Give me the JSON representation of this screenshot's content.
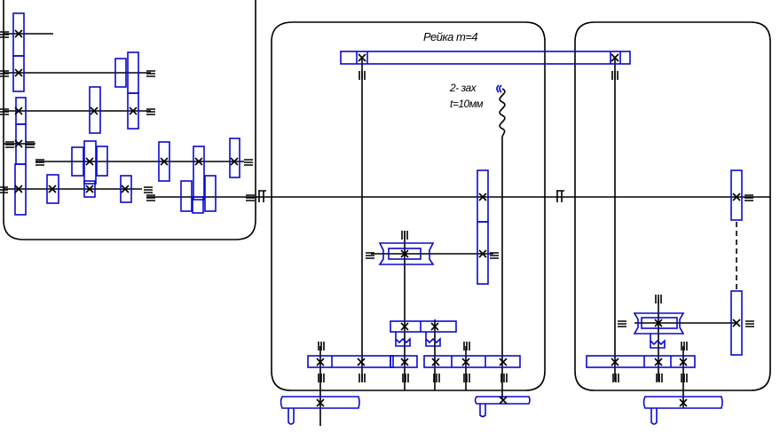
{
  "title": "Kinematic scheme of machine drive",
  "labels": {
    "rack": "Рейка m=4",
    "worm_starts": "2- зах",
    "worm_pitch": "t=10мм"
  },
  "colors": {
    "gear": "#0a0acd",
    "shaft": "#000000"
  },
  "blocks": [
    {
      "name": "gearbox-block"
    },
    {
      "name": "apron-block"
    },
    {
      "name": "carriage-block"
    }
  ]
}
